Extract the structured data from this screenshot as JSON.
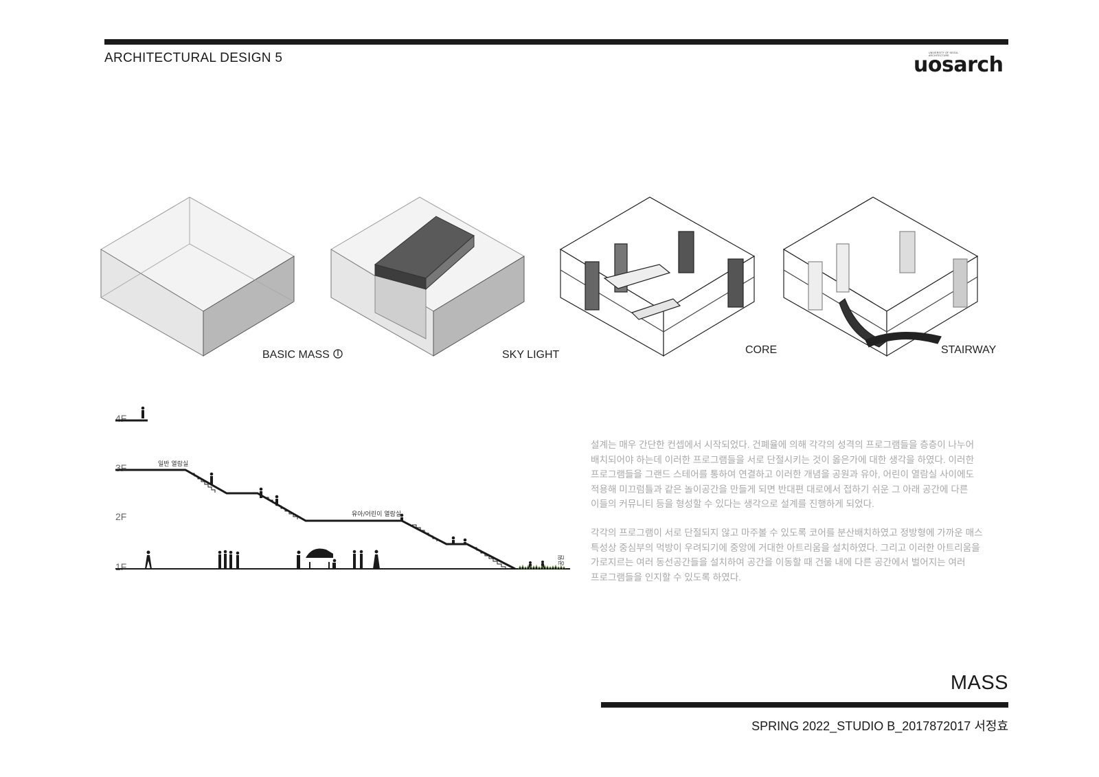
{
  "header": {
    "course_title": "ARCHITECTURAL DESIGN 5"
  },
  "logo": {
    "subtext_1": "UNIVERSITY OF SEOUL",
    "subtext_2": "ARCHITECTURE",
    "wordmark": "uosarch"
  },
  "diagrams": [
    {
      "label": "BASIC MASS",
      "icon": "north-arrow-icon"
    },
    {
      "label": "SKY LIGHT"
    },
    {
      "label": "CORE"
    },
    {
      "label": "STAIRWAY"
    }
  ],
  "section": {
    "floors": [
      "4F",
      "3F",
      "2F",
      "1F"
    ],
    "annotations": {
      "general_gallery": "일반 열람실",
      "kids_gallery": "유아/어린이 열람실",
      "park": "공원"
    }
  },
  "description": {
    "paragraphs": [
      [
        " 설계는 매우 간단한 컨셉에서 시작되었다. 건폐율에 의해 각각의 성격의 프로그램들을 층층이 나누어",
        "배치되어야 하는데 이러한 프로그램들을 서로 단절시키는 것이 옳은가에 대한 생각을 하였다. 이러한",
        "프로그램들을 그랜드 스테어를 통하여 연결하고 이러한 개념을 공원과 유아, 어린이 열람실 사이에도",
        "적용해 미끄럼틀과 같은 놀이공간을 만들게 되면 반대편 대로에서 접하기 쉬운 그 아래 공간에 다른",
        "이들의 커뮤니티 등을 형성할 수 있다는 생각으로 설계를 진행하게 되었다."
      ],
      [
        " 각각의 프로그램이 서로 단절되지 않고 마주볼 수 있도록 코어를 분산배치하였고 정방형에 가까운 매스",
        "특성상 중심부의 먹방이 우려되기에 중앙에 거대한 아트리움을 설치하였다. 그리고 이러한 아트리움을",
        "가로지르는 여러 동선공간들을 설치하여 공간을 이동할 때 건물 내에 다른 공간에서 벌어지는 여러",
        "프로그램들을 인지할 수 있도록 하였다."
      ]
    ]
  },
  "footer": {
    "title": "MASS",
    "credit": "SPRING 2022_STUDIO B_2017872017 서정효"
  },
  "colors": {
    "ink": "#1a1a1a",
    "body_text": "#a8a8a8",
    "glass_fill": "#d9d9d9",
    "shade_fill": "#b5b5b5",
    "dark_fill": "#555555"
  }
}
